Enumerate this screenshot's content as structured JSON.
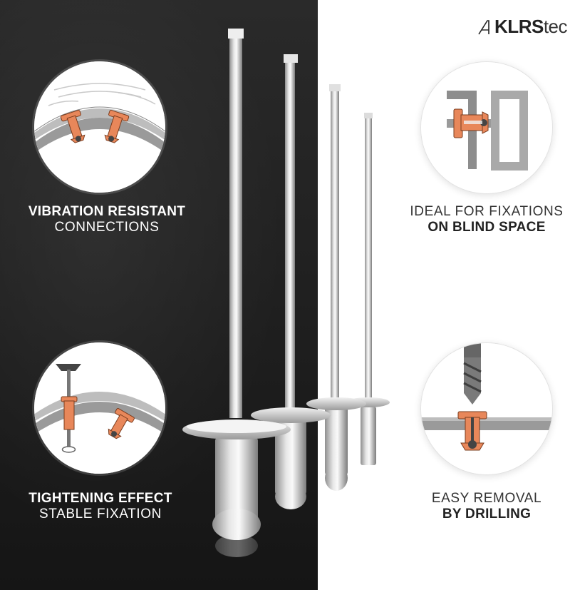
{
  "brand": {
    "logo_main": "KLRS",
    "logo_suffix": "tec"
  },
  "features": {
    "top_left": {
      "bold": "VIBRATION RESISTANT",
      "thin": "CONNECTIONS"
    },
    "top_right": {
      "thin": "IDEAL FOR FIXATIONS",
      "bold": "ON BLIND SPACE"
    },
    "bottom_left": {
      "bold": "TIGHTENING EFFECT",
      "thin": "STABLE FIXATION"
    },
    "bottom_right": {
      "thin": "EASY REMOVAL",
      "bold": "BY DRILLING"
    }
  },
  "icons": {
    "top_left": "vibration-rivets-icon",
    "top_right": "blind-space-rivet-icon",
    "bottom_left": "tightening-rivet-icon",
    "bottom_right": "drill-removal-icon"
  },
  "colors": {
    "dark_background": "#222222",
    "rivet_orange": "#e8875a",
    "plate_gray": "#9a9a9a"
  }
}
